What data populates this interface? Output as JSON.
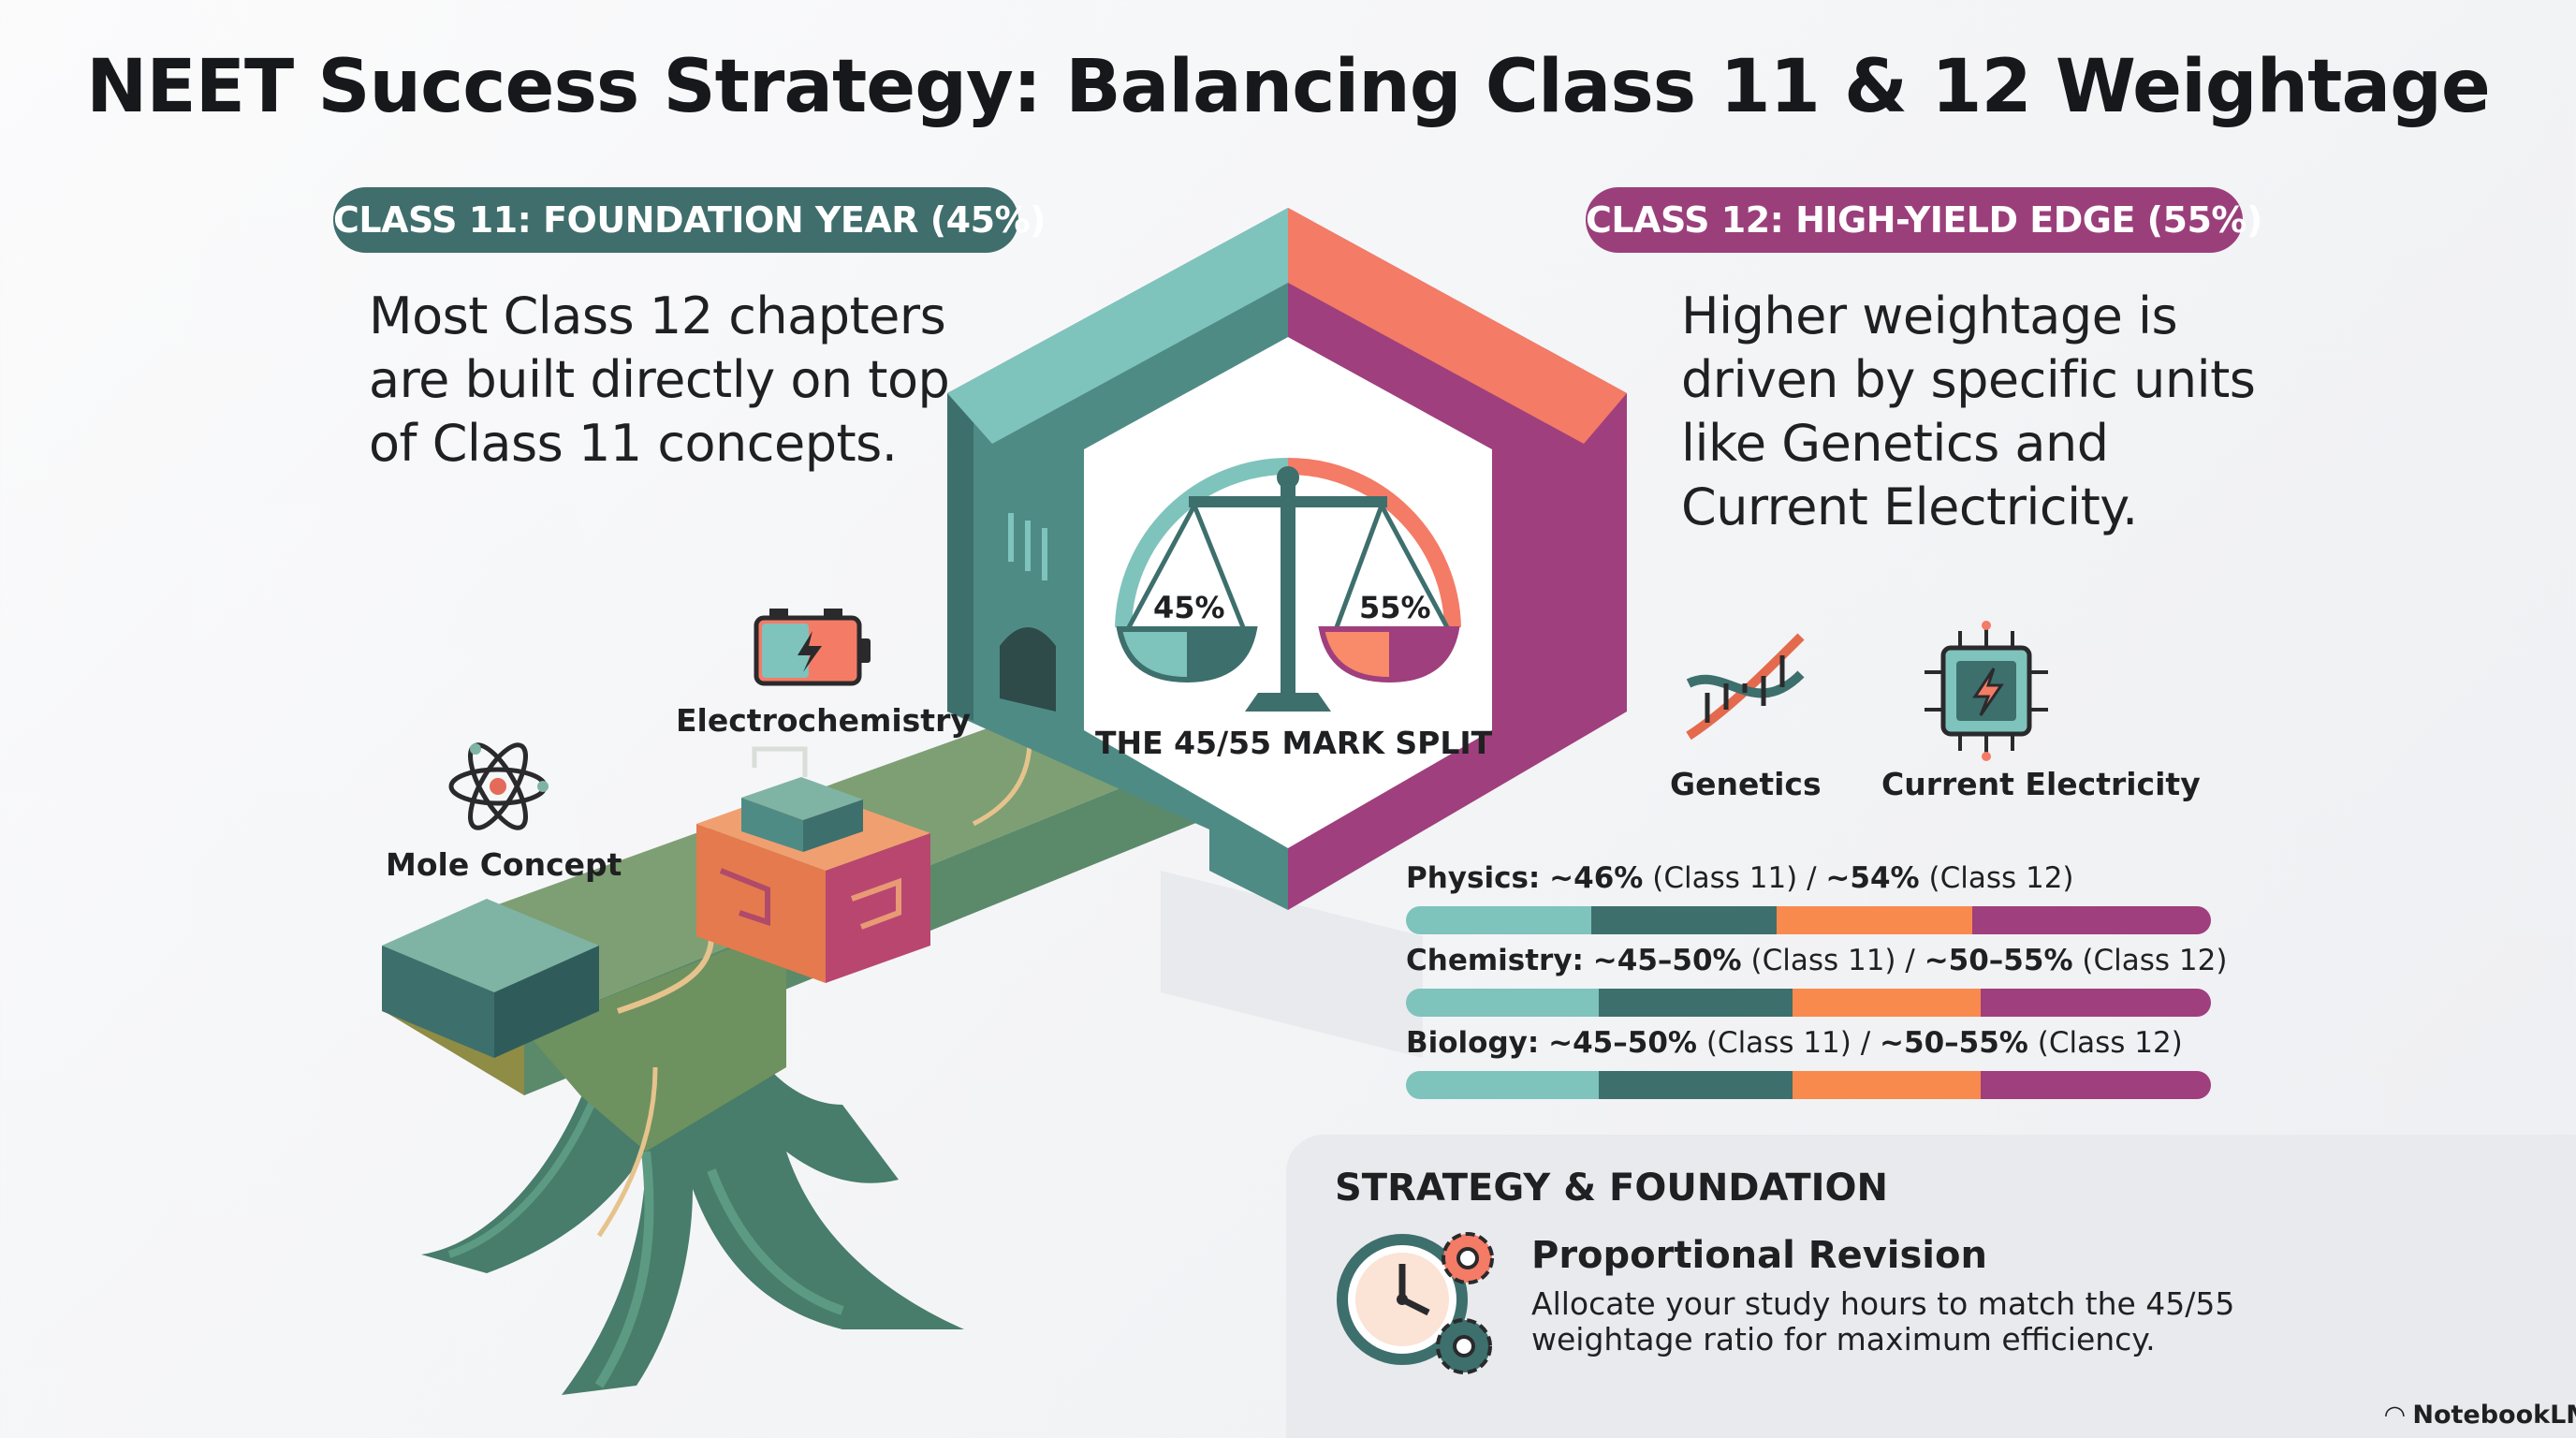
{
  "title": "NEET Success Strategy: Balancing Class 11 & 12 Weightage",
  "class11": {
    "pill": "CLASS 11: FOUNDATION YEAR (45%)",
    "text": "Most Class 12 chapters are built directly on top of Class 11 concepts."
  },
  "class12": {
    "pill": "CLASS 12: HIGH-YIELD EDGE (55%)",
    "text": "Higher weightage is driven by specific units like Genetics and Current Electricity."
  },
  "center": {
    "left_pct": "45%",
    "right_pct": "55%",
    "label": "THE 45/55 MARK SPLIT"
  },
  "icons": {
    "mole": {
      "label": "Mole Concept",
      "icon": "atom-icon"
    },
    "electro": {
      "label": "Electrochemistry",
      "icon": "battery-icon"
    },
    "genetics": {
      "label": "Genetics",
      "icon": "dna-icon"
    },
    "current": {
      "label": "Current Electricity",
      "icon": "circuit-chip-icon"
    }
  },
  "subjects": [
    {
      "subject": "Physics:",
      "c11": "~46%",
      "c11_unit": "(Class 11) /",
      "c12": "~54%",
      "c12_unit": "(Class 12)",
      "class11_share": 0.46
    },
    {
      "subject": "Chemistry:",
      "c11": "~45–50%",
      "c11_unit": "(Class 11) /",
      "c12": "~50–55%",
      "c12_unit": "(Class 12)",
      "class11_share": 0.48
    },
    {
      "subject": "Biology:",
      "c11": "~45–50%",
      "c11_unit": "(Class 11) /",
      "c12": "~50–55%",
      "c12_unit": "(Class 12)",
      "class11_share": 0.48
    }
  ],
  "strategy": {
    "heading": "STRATEGY & FOUNDATION",
    "item_title": "Proportional Revision",
    "item_body": "Allocate your study hours to match the 45/55 weightage ratio for maximum efficiency."
  },
  "watermark": "NotebookLM",
  "colors": {
    "teal_light": "#7fc3bd",
    "teal_dark": "#3d6f6d",
    "orange": "#f98a4e",
    "magenta": "#9f3f7d",
    "coral": "#f47b66"
  }
}
